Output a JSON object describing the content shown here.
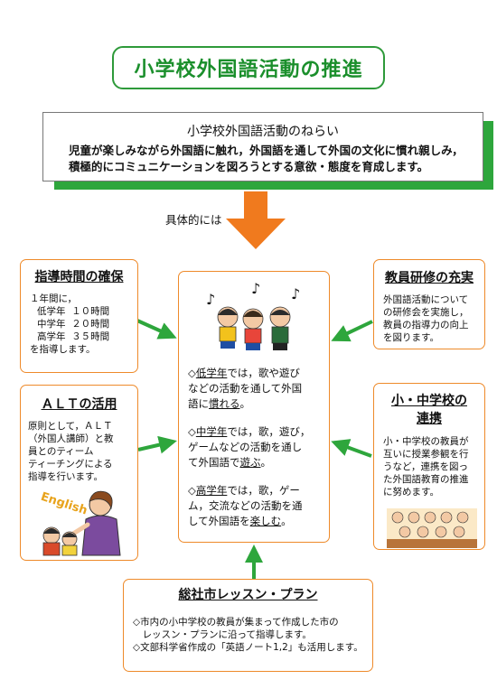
{
  "title": "小学校外国語活動の推進",
  "aim": {
    "heading": "小学校外国語活動のねらい",
    "line1": "児童が楽しみながら外国語に触れ，外国語を通して外国の文化に慣れ親しみ，",
    "line2": "積極的にコミュニケーションを図ろうとする意欲・態度を育成します。"
  },
  "specific_label": "具体的には",
  "time_card": {
    "title": "指導時間の確保",
    "intro": "１年間に，",
    "rows": [
      {
        "grade": "低学年",
        "hours": "１０時間"
      },
      {
        "grade": "中学年",
        "hours": "２０時間"
      },
      {
        "grade": "高学年",
        "hours": "３５時間"
      }
    ],
    "outro": "を指導します。"
  },
  "alt_card": {
    "title": "ＡＬＴの活用",
    "lines": [
      "原則として，ＡＬＴ",
      "（外国人講師）と教",
      "員とのティーム",
      "ティーチングによる",
      "指導を行います。"
    ],
    "illustration_word": "English"
  },
  "training_card": {
    "title": "教員研修の充実",
    "lines": [
      "外国語活動について",
      "の研修会を実施し，",
      "教員の指導力の向上",
      "を図ります。"
    ]
  },
  "cooperation_card": {
    "title_line1": "小・中学校の",
    "title_line2": "連携",
    "lines": [
      "小・中学校の教員が",
      "互いに授業参観を行",
      "うなど，連携を図っ",
      "た外国語教育の推進",
      "に努めます。"
    ]
  },
  "center_card": {
    "p1": {
      "prefix": "◇",
      "grade": "低学年",
      "a": "では，歌や遊び",
      "b": "などの活動を通して外国",
      "c": "語に",
      "verb": "慣れる",
      "end": "。"
    },
    "p2": {
      "prefix": "◇",
      "grade": "中学年",
      "a": "では，歌，遊び，",
      "b": "ゲームなどの活動を通し",
      "c": "て外国語で",
      "verb": "遊ぶ",
      "end": "。"
    },
    "p3": {
      "prefix": "◇",
      "grade": "高学年",
      "a": "では，歌，ゲー",
      "b": "ム，交流などの活動を通",
      "c": "して外国語を",
      "verb": "楽しむ",
      "end": "。"
    }
  },
  "plan_card": {
    "title": "総社市レッスン・プラン",
    "lines": [
      "◇市内の小中学校の教員が集まって作成した市の",
      "　レッスン・プランに沿って指導します。",
      "◇文部科学省作成の「英語ノート1,2」も活用します。"
    ]
  },
  "colors": {
    "accent_green": "#1b8f2c",
    "card_border_orange": "#ee8a2a",
    "arrow_orange": "#f07a1e",
    "arrow_green": "#2ea63c"
  }
}
